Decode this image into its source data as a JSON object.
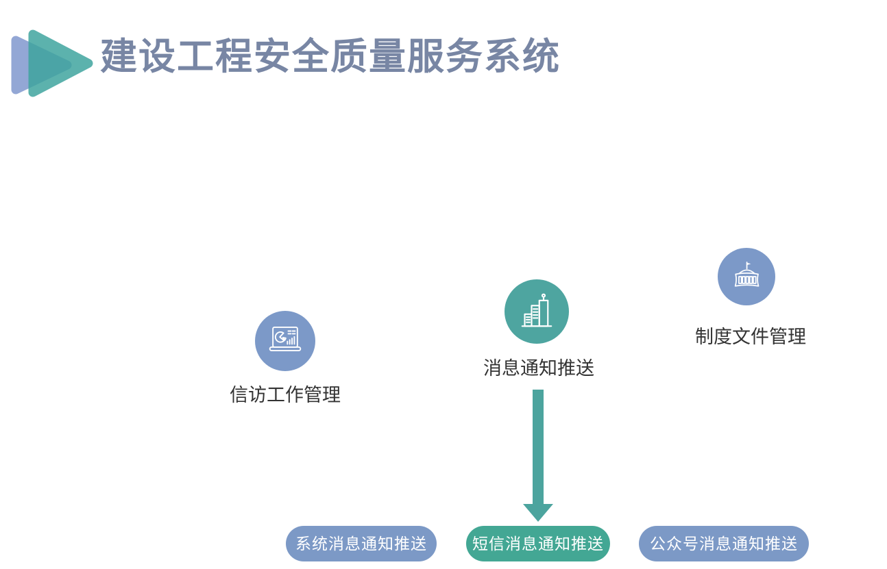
{
  "header": {
    "title": "建设工程安全质量服务系统",
    "title_color": "#7886A4",
    "logo": {
      "icon": "play-triangles-logo",
      "back_triangle_color": "#93A7D5",
      "front_triangle_color": "#3EA49E"
    }
  },
  "nodes": [
    {
      "label": "信访工作管理",
      "icon": "laptop-analytics-icon",
      "circle_color": "#7C99C8"
    },
    {
      "label": "消息通知推送",
      "icon": "city-buildings-icon",
      "circle_color": "#4EA5A0"
    },
    {
      "label": "制度文件管理",
      "icon": "government-building-icon",
      "circle_color": "#7C99C8"
    }
  ],
  "flow": {
    "arrow_icon": "down-arrow-icon",
    "arrow_color": "#4CA49E"
  },
  "pills": [
    {
      "label": "系统消息通知推送",
      "color": "#7C99C6"
    },
    {
      "label": "短信消息通知推送",
      "color": "#43A794"
    },
    {
      "label": "公众号消息通知推送",
      "color": "#7C99C6"
    }
  ],
  "styles": {
    "background": "#FFFFFF",
    "label_text_color": "#333333",
    "pill_text_color": "#FFFFFF"
  }
}
